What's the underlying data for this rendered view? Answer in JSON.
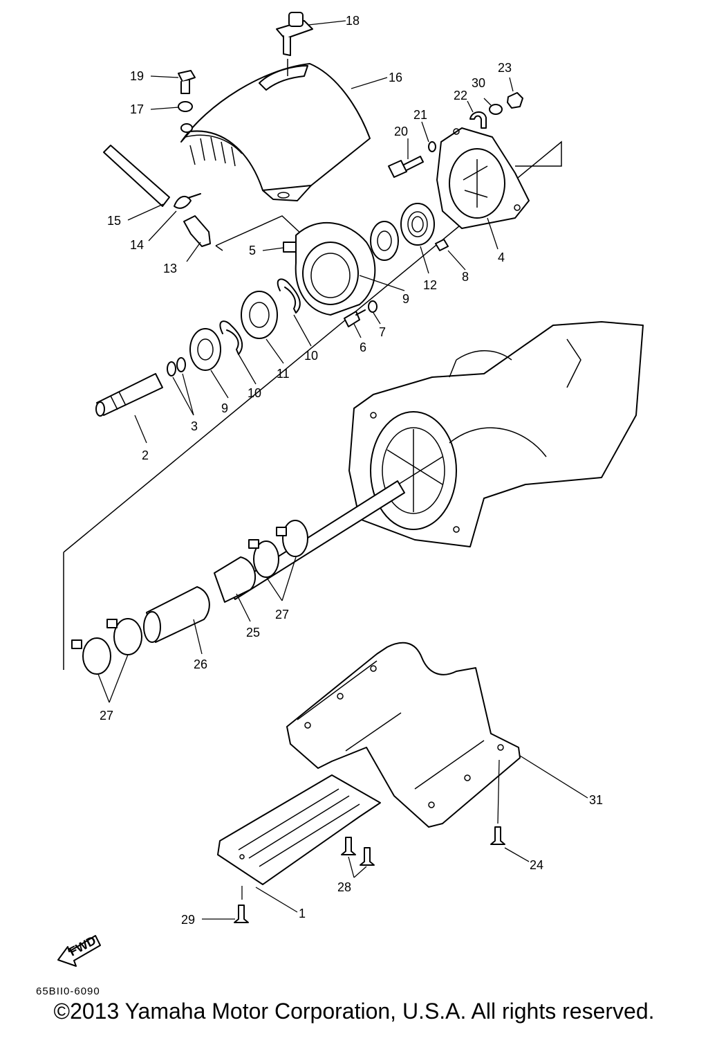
{
  "diagram": {
    "callouts": [
      "1",
      "2",
      "3",
      "4",
      "5",
      "6",
      "7",
      "8",
      "9",
      "9",
      "10",
      "10",
      "11",
      "12",
      "13",
      "14",
      "15",
      "16",
      "17",
      "18",
      "19",
      "20",
      "21",
      "22",
      "23",
      "24",
      "25",
      "26",
      "27",
      "27",
      "28",
      "29",
      "30",
      "31"
    ],
    "fwd_label": "FWD",
    "part_code": "65BII0-6090",
    "copyright": "©2013 Yamaha Motor Corporation, U.S.A. All rights reserved."
  }
}
